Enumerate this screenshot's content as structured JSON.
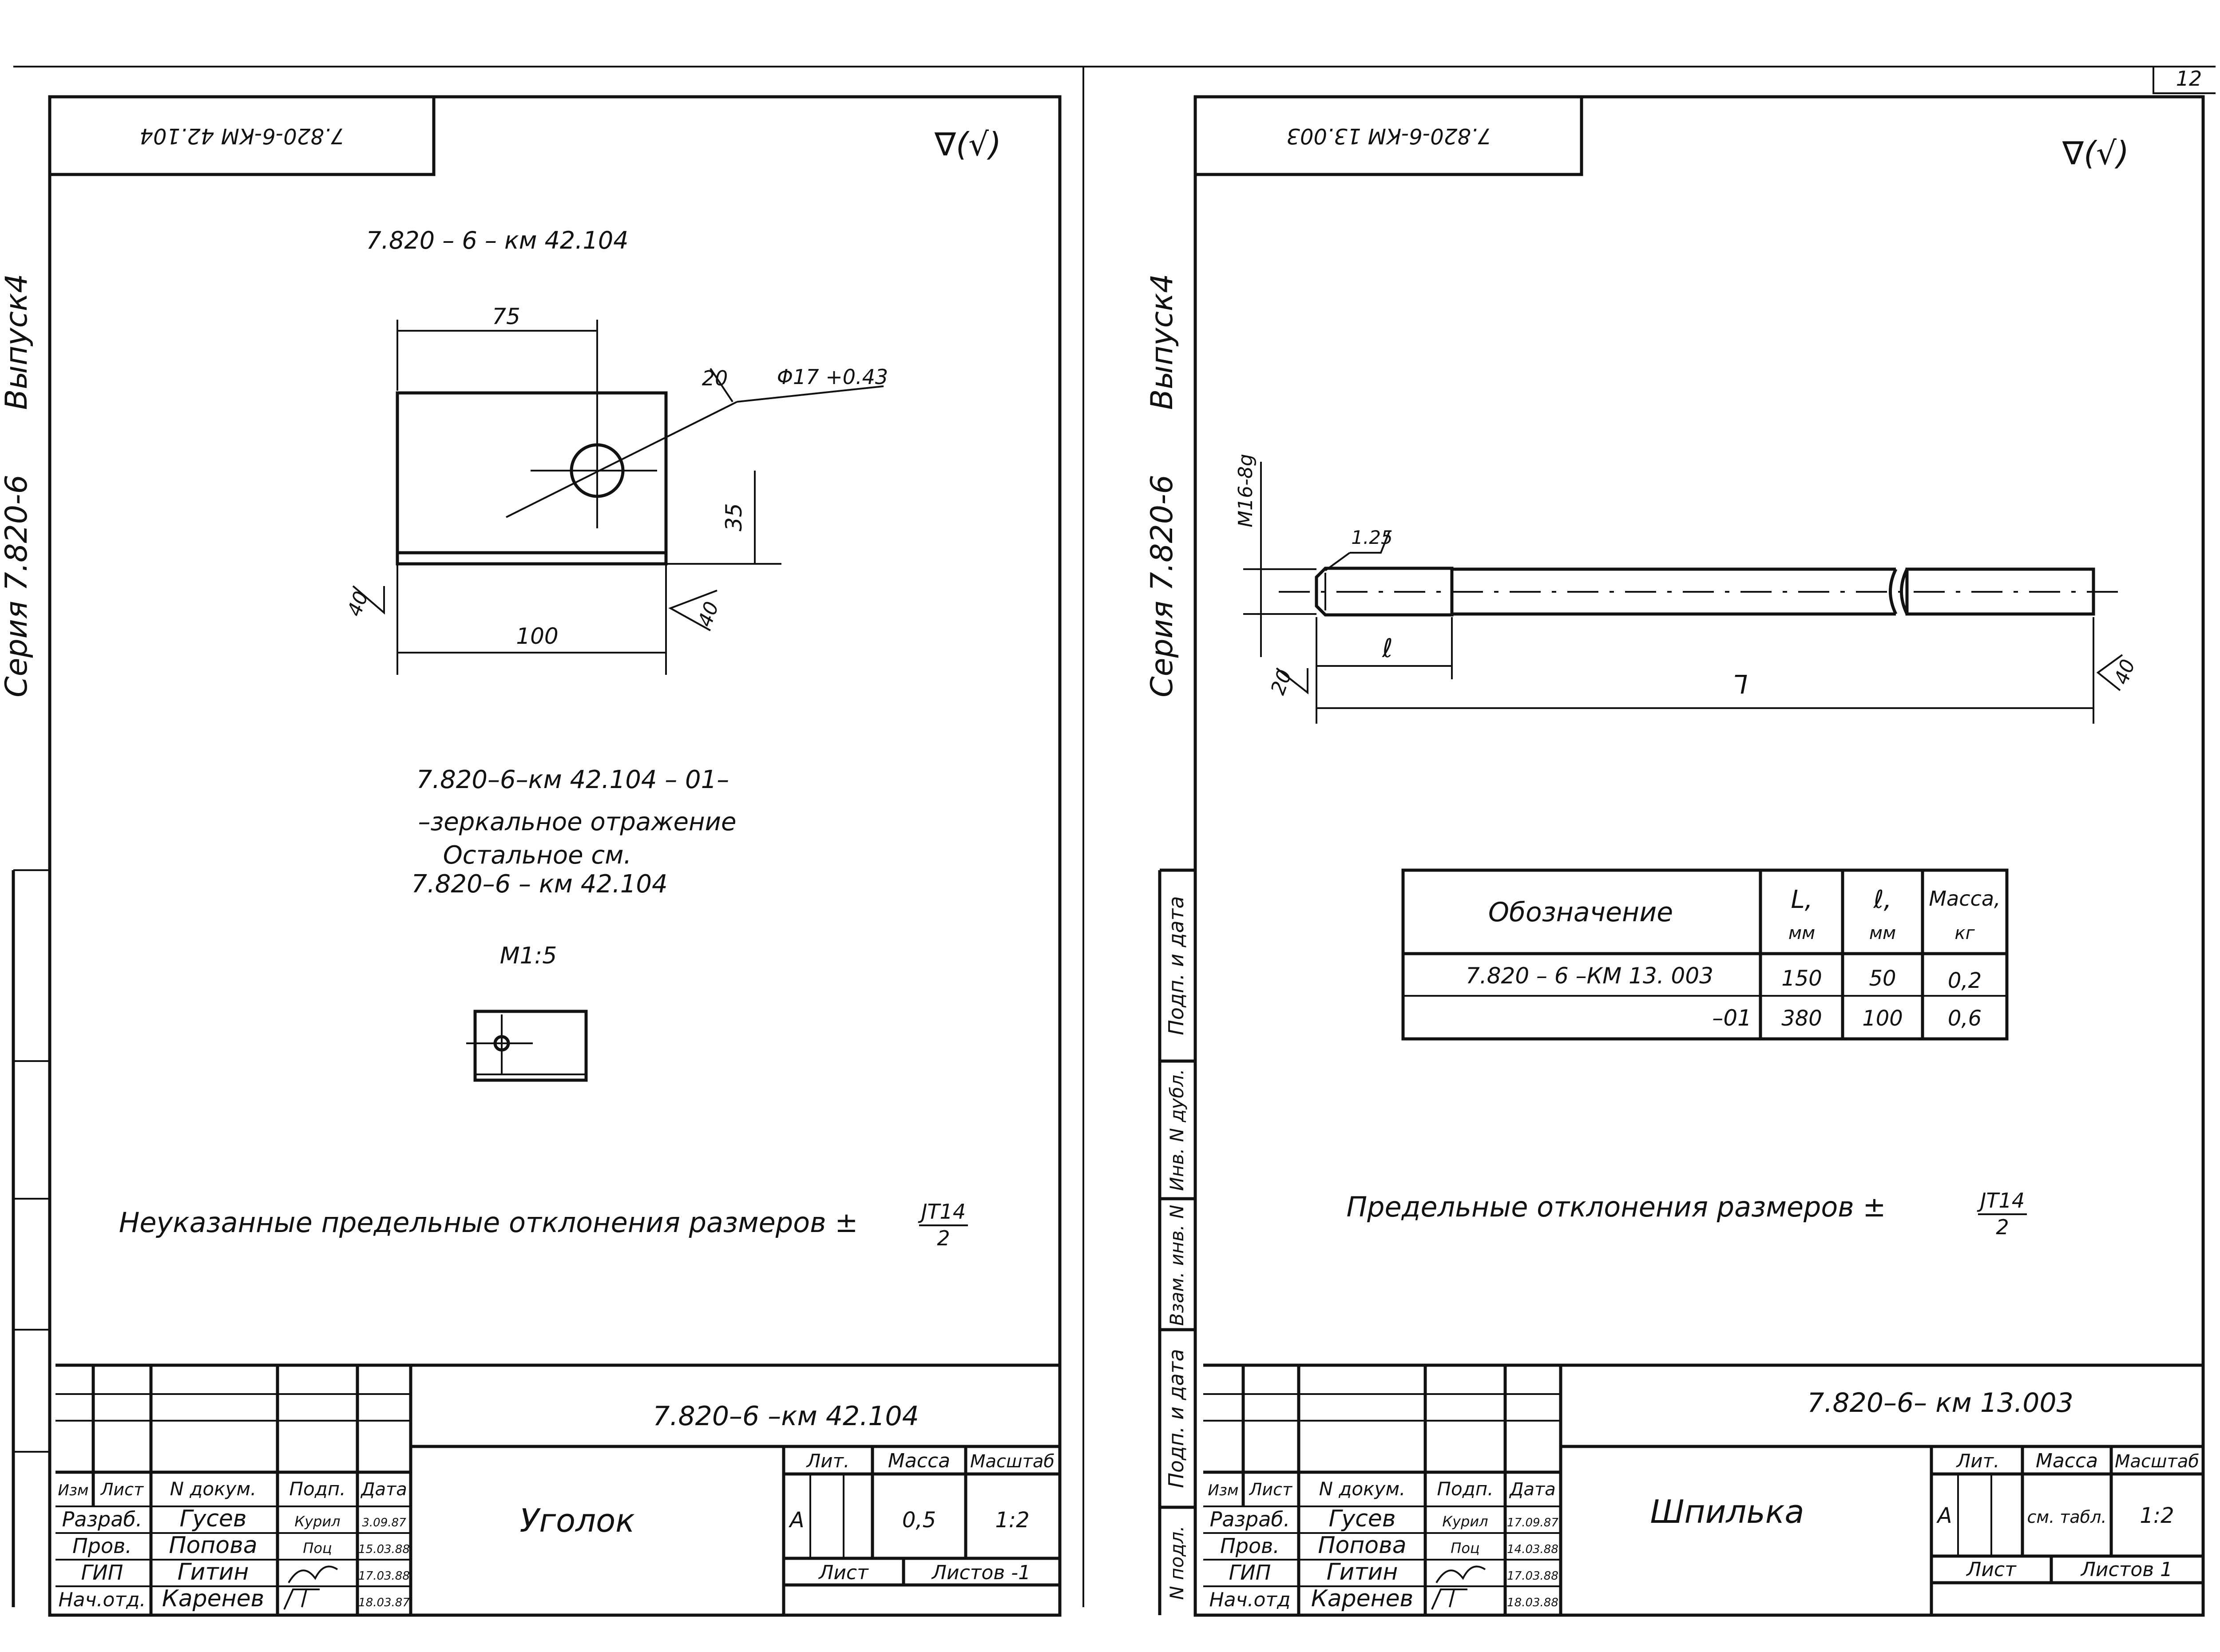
{
  "page_number": "12",
  "left_sheet": {
    "corner_code": "7.820-6-КМ 42.104",
    "roughness_mark": "∇(√)",
    "side_series": "Серия  7.820-6",
    "side_issue": "Выпуск4",
    "part_title": "7.820 – 6  – км 42.104",
    "dims": {
      "width_top": "75",
      "hole": "Φ17 +0.43",
      "angle_mark": "20",
      "vert": "35",
      "width_bottom": "100",
      "edge_left": "40",
      "edge_right": "40"
    },
    "mirror_note": [
      "7.820–6–км  42.104 – 01–",
      "–зеркальное  отражение",
      "Остальное  см.",
      "7.820–6  –  км 42.104"
    ],
    "scale_note": "М1:5",
    "tolerance_note": "Неуказанные  предельные  отклонения  размеров ±",
    "tolerance_frac_top": "JT14",
    "tolerance_frac_bottom": "2",
    "title_block": {
      "doc_code": "7.820–6  –км  42.104",
      "part_name": "Уголок",
      "col_headers": [
        "Изм",
        "Лист",
        "N докум.",
        "Подп.",
        "Дата"
      ],
      "rows": [
        {
          "role": "Разраб.",
          "name": "Гусев",
          "sign": "Курил",
          "date": "3.09.87"
        },
        {
          "role": "Пров.",
          "name": "Попова",
          "sign": "Поц",
          "date": "15.03.88"
        },
        {
          "role": "ГИП",
          "name": "Гитин",
          "sign": "",
          "date": "17.03.88"
        },
        {
          "role": "Нач.отд.",
          "name": "Каренев",
          "sign": "",
          "date": "18.03.87"
        }
      ],
      "lit_label": "Лит.",
      "mass_label": "Масса",
      "scale_label": "Масштаб",
      "lit_value": "А",
      "mass_value": "0,5",
      "scale_value": "1:2",
      "sheet_label": "Лист",
      "sheets_label": "Листов -1"
    }
  },
  "right_sheet": {
    "corner_code": "7.820-6-КМ 13.003",
    "roughness_mark": "∇(√)",
    "side_series": "Серия  7.820-6",
    "side_issue": "Выпуск4",
    "dims": {
      "thread": "М16-8g",
      "chamfer": "1.25",
      "l_small": "ℓ",
      "l_big": "L",
      "edge_left": "20",
      "edge_right": "40"
    },
    "table": {
      "headers": [
        [
          "Обозначение"
        ],
        [
          "L,",
          "мм"
        ],
        [
          "ℓ,",
          "мм"
        ],
        [
          "Масса,",
          "кг"
        ]
      ],
      "rows": [
        [
          "7.820 – 6  –КМ 13. 003",
          "150",
          "50",
          "0,2"
        ],
        [
          "–01",
          "380",
          "100",
          "0,6"
        ]
      ]
    },
    "tolerance_note": "Предельные   отклонения   размеров ±",
    "tolerance_frac_top": "JT14",
    "tolerance_frac_bottom": "2",
    "side_stamps": [
      "Подп. и дата",
      "Инв. N дубл.",
      "Взам. инв. N",
      "Подп. и дата",
      "N подл."
    ],
    "title_block": {
      "doc_code": "7.820–6– км  13.003",
      "part_name": "Шпилька",
      "col_headers": [
        "Изм",
        "Лист",
        "N докум.",
        "Подп.",
        "Дата"
      ],
      "rows": [
        {
          "role": "Разраб.",
          "name": "Гусев",
          "sign": "Курил",
          "date": "17.09.87"
        },
        {
          "role": "Пров.",
          "name": "Попова",
          "sign": "Поц",
          "date": "14.03.88"
        },
        {
          "role": "ГИП",
          "name": "Гитин",
          "sign": "",
          "date": "17.03.88"
        },
        {
          "role": "Нач.отд",
          "name": "Каренев",
          "sign": "",
          "date": "18.03.88"
        }
      ],
      "lit_label": "Лит.",
      "mass_label": "Масса",
      "scale_label": "Масштаб",
      "lit_value": "А",
      "mass_value": "см. табл.",
      "scale_value": "1:2",
      "sheet_label": "Лист",
      "sheets_label": "Листов  1"
    }
  }
}
